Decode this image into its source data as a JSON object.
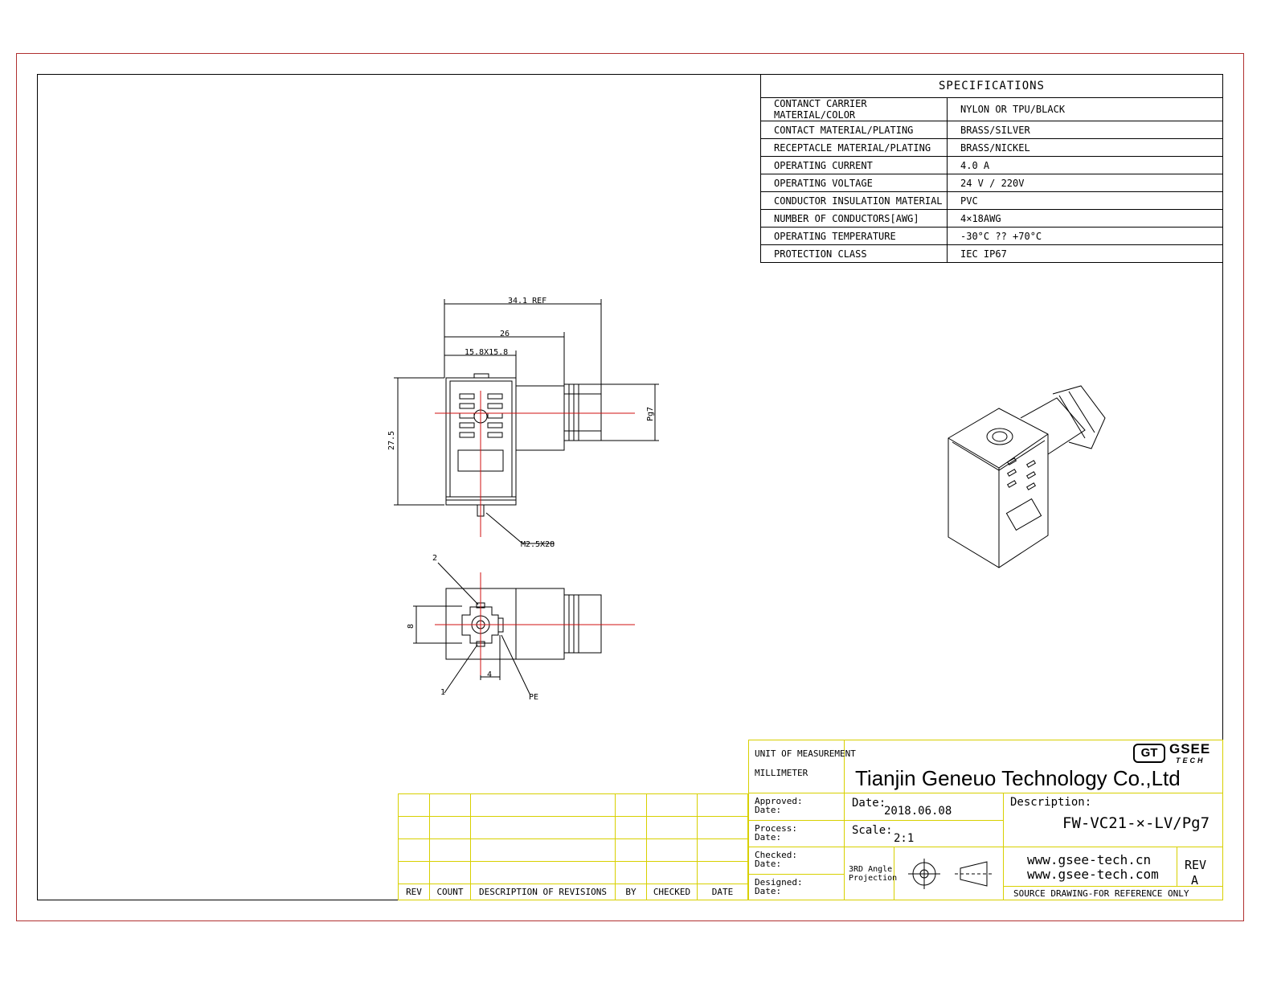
{
  "specifications": {
    "title": "SPECIFICATIONS",
    "rows": [
      {
        "label": "CONTANCT CARRIER MATERIAL/COLOR",
        "value": "NYLON OR TPU/BLACK"
      },
      {
        "label": "CONTACT MATERIAL/PLATING",
        "value": "BRASS/SILVER"
      },
      {
        "label": "RECEPTACLE MATERIAL/PLATING",
        "value": "BRASS/NICKEL"
      },
      {
        "label": "OPERATING CURRENT",
        "value": "4.0 A"
      },
      {
        "label": "OPERATING VOLTAGE",
        "value": "24 V / 220V"
      },
      {
        "label": "CONDUCTOR INSULATION MATERIAL",
        "value": "PVC"
      },
      {
        "label": "NUMBER  OF  CONDUCTORS[AWG]",
        "value": "4×18AWG"
      },
      {
        "label": "OPERATING TEMPERATURE",
        "value": "-30°C ?? +70°C"
      },
      {
        "label": "PROTECTION CLASS",
        "value": "IEC  IP67"
      }
    ]
  },
  "dimensions": {
    "d1": "34.1 REF",
    "d2": "26",
    "d3": "15.8X15.8",
    "d4": "27.5",
    "d5": "Pg7",
    "d6": "M2.5X28",
    "d7": "8",
    "d8": "4",
    "pin1": "1",
    "pin2": "2",
    "pe": "PE"
  },
  "logo": {
    "mark": "GT",
    "line1": "GSEE",
    "line2": "TECH"
  },
  "title_block": {
    "unit_label": "UNIT OF MEASUREMENT",
    "unit_value": "MILLIMETER",
    "company": "Tianjin Geneuo Technology Co.,Ltd",
    "approved": "Approved:",
    "process": "Process:",
    "checked": "Checked:",
    "designed": "Designed:",
    "date_small": "Date:",
    "date_label": "Date:",
    "date_value": "2018.06.08",
    "scale_label": "Scale:",
    "scale_value": "2:1",
    "projection": "3RD Angle Projection",
    "description_label": "Description:",
    "description_value": "FW-VC21-×-LV/Pg7",
    "web1": "www.gsee-tech.cn",
    "web2": "www.gsee-tech.com",
    "rev_label": "REV",
    "rev_value": "A",
    "note": "SOURCE DRAWING-FOR REFERENCE ONLY"
  },
  "revisions": {
    "headers": [
      "REV",
      "COUNT",
      "DESCRIPTION  OF  REVISIONS",
      "BY",
      "CHECKED",
      "DATE"
    ]
  }
}
